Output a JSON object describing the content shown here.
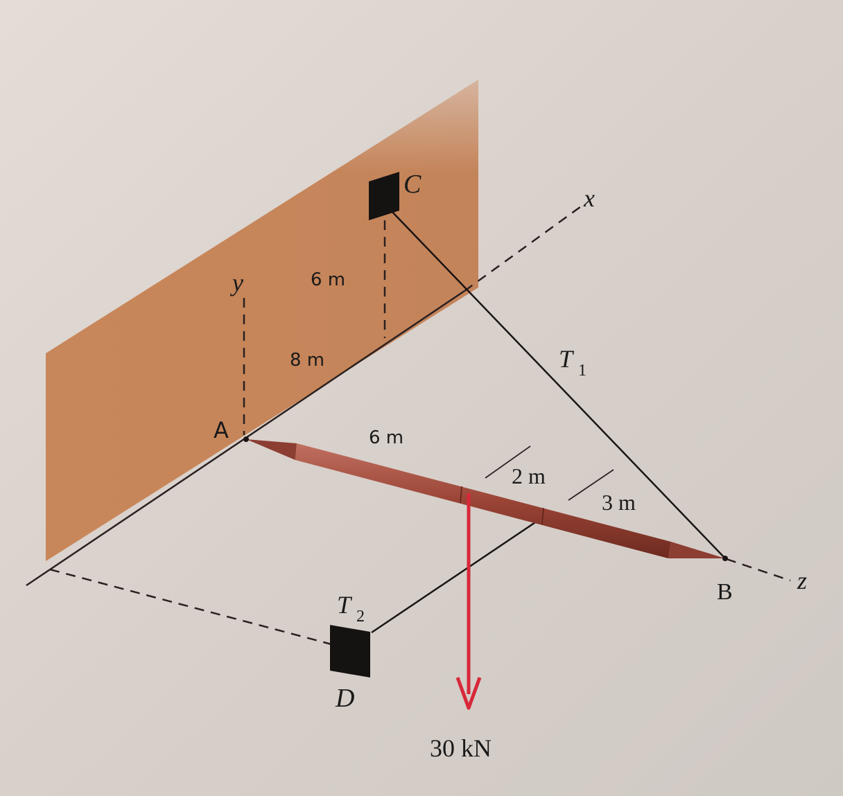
{
  "points": {
    "A": "A",
    "B": "B",
    "C": "C",
    "D": "D"
  },
  "axes": {
    "x": "x",
    "y": "y",
    "z": "z"
  },
  "dimensions": {
    "wall_height_C": "6 m",
    "wall_offset_C": "8 m",
    "bar_segment_AB_1": "6 m",
    "bar_segment_AB_2": "2 m",
    "bar_segment_AB_3": "3 m"
  },
  "forces": {
    "tension_1": "T",
    "tension_1_sub": "1",
    "tension_2": "T",
    "tension_2_sub": "2",
    "load": "30 kN"
  },
  "colors": {
    "wall": "#c98a5c",
    "bar": "#9c4a3c",
    "load_arrow": "#d8283a",
    "background": "#d9d2cc"
  }
}
